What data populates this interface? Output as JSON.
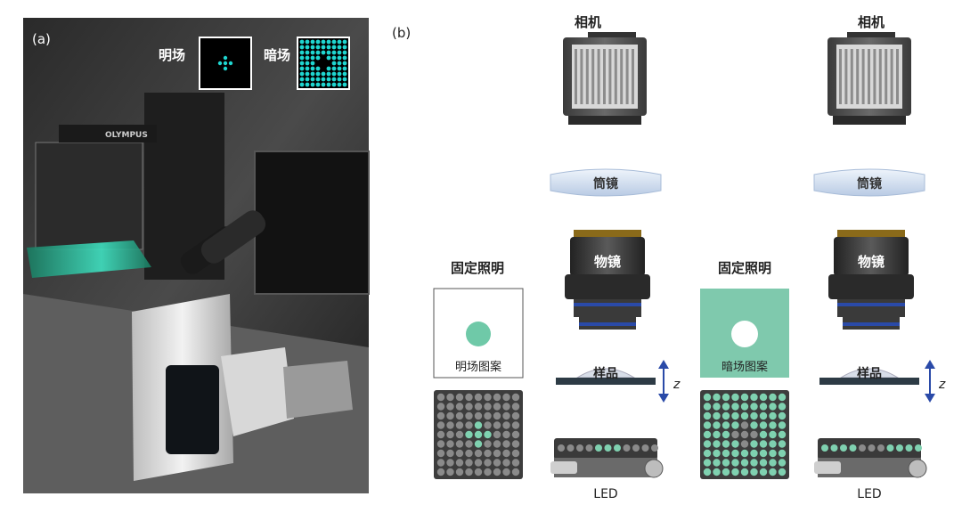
{
  "panel_a": {
    "label": "(a)",
    "bright_field_label": "明场",
    "dark_field_label": "暗场",
    "brand": "OLYMPUS"
  },
  "panel_b": {
    "label": "(b)",
    "left": {
      "camera": "相机",
      "tube_lens": "筒镜",
      "objective": "物镜",
      "sample": "样品",
      "z_axis": "z",
      "led": "LED",
      "fixed_illumination": "固定照明",
      "pattern_label": "明场图案"
    },
    "right": {
      "camera": "相机",
      "tube_lens": "筒镜",
      "objective": "物镜",
      "sample": "样品",
      "z_axis": "z",
      "led": "LED",
      "fixed_illumination": "固定照明",
      "pattern_label": "暗场图案"
    }
  },
  "colors": {
    "led_on": "#7fd1b0",
    "led_off": "#8a8a8a",
    "matrix_bg": "#3d3d3d",
    "cyan": "#1fd6d0",
    "arrow": "#2a4aa8"
  }
}
